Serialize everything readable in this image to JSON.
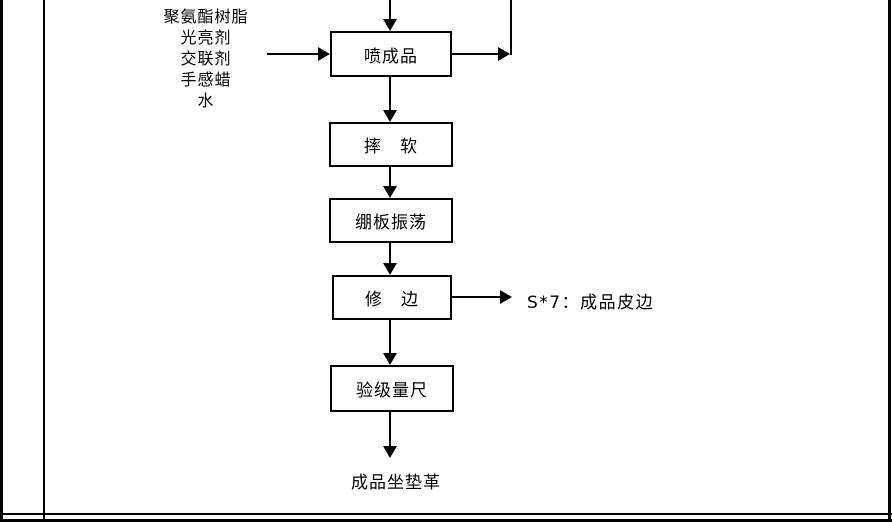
{
  "diagram": {
    "inputs": {
      "items": [
        "聚氨酯树脂",
        "光亮剂",
        "交联剂",
        "手感蜡",
        "水"
      ]
    },
    "nodes": {
      "spray": "喷成品",
      "soften": "摔　软",
      "board_vibrate": "绷板振荡",
      "trim": "修　边",
      "grade_measure": "验级量尺"
    },
    "side_output": "S*7：成品皮边",
    "final_output": "成品坐垫革"
  },
  "colors": {
    "line": "#000000",
    "background": "#ffffff"
  }
}
